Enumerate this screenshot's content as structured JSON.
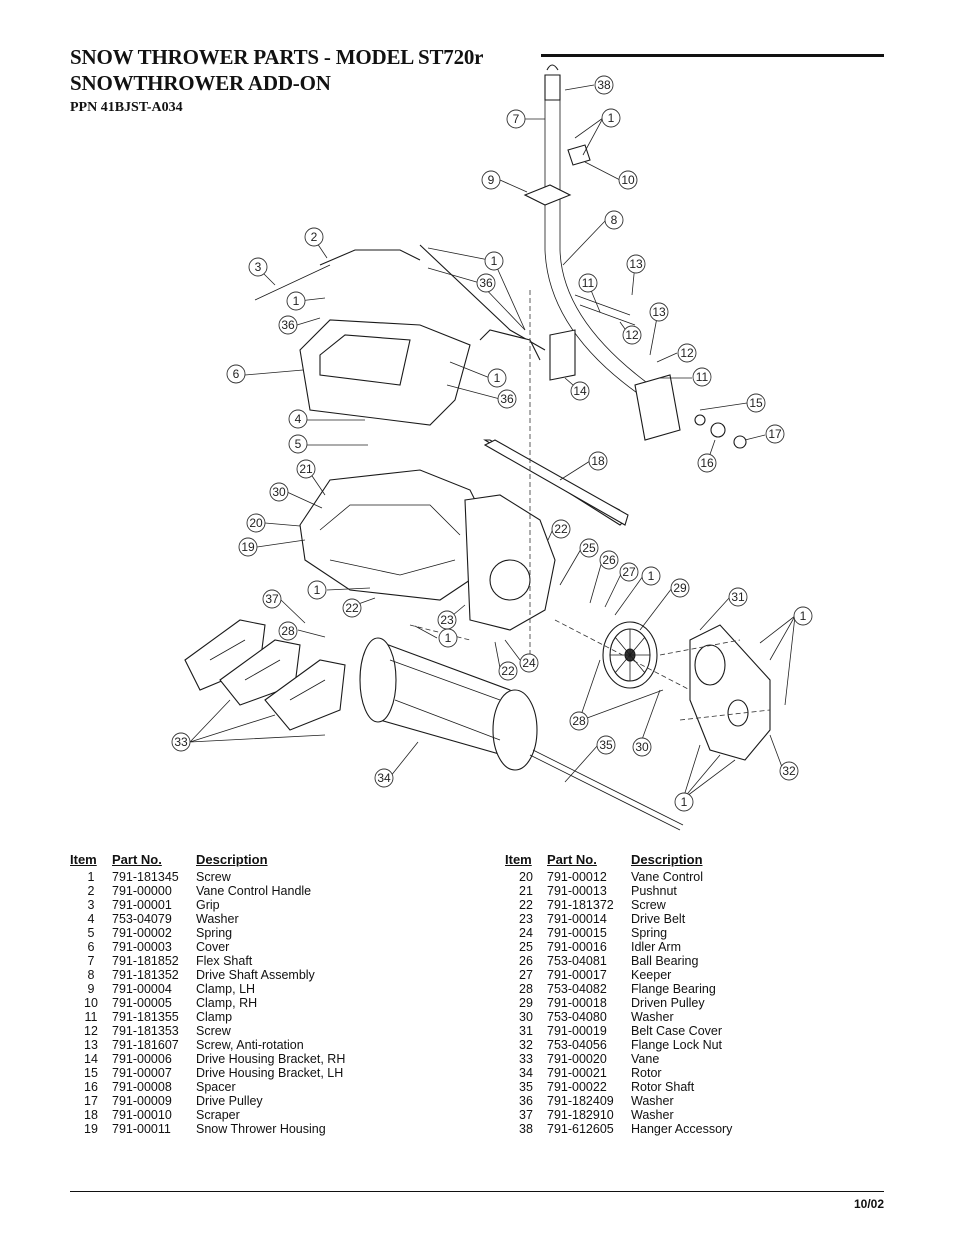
{
  "header": {
    "title_line1": "SNOW THROWER PARTS - MODEL ST720r",
    "title_line2": "SNOWTHROWER ADD-ON",
    "ppn": "PPN 41BJST-A034"
  },
  "diagram": {
    "callouts": [
      {
        "label": "38"
      },
      {
        "label": "7"
      },
      {
        "label": "1"
      },
      {
        "label": "10"
      },
      {
        "label": "9"
      },
      {
        "label": "8"
      },
      {
        "label": "2"
      },
      {
        "label": "1"
      },
      {
        "label": "3"
      },
      {
        "label": "36"
      },
      {
        "label": "13"
      },
      {
        "label": "11"
      },
      {
        "label": "1"
      },
      {
        "label": "36"
      },
      {
        "label": "13"
      },
      {
        "label": "12"
      },
      {
        "label": "12"
      },
      {
        "label": "6"
      },
      {
        "label": "1"
      },
      {
        "label": "11"
      },
      {
        "label": "14"
      },
      {
        "label": "36"
      },
      {
        "label": "15"
      },
      {
        "label": "4"
      },
      {
        "label": "17"
      },
      {
        "label": "5"
      },
      {
        "label": "16"
      },
      {
        "label": "18"
      },
      {
        "label": "21"
      },
      {
        "label": "30"
      },
      {
        "label": "20"
      },
      {
        "label": "22"
      },
      {
        "label": "19"
      },
      {
        "label": "25"
      },
      {
        "label": "26"
      },
      {
        "label": "27"
      },
      {
        "label": "1"
      },
      {
        "label": "1"
      },
      {
        "label": "29"
      },
      {
        "label": "31"
      },
      {
        "label": "37"
      },
      {
        "label": "22"
      },
      {
        "label": "1"
      },
      {
        "label": "28"
      },
      {
        "label": "23"
      },
      {
        "label": "1"
      },
      {
        "label": "22"
      },
      {
        "label": "24"
      },
      {
        "label": "28"
      },
      {
        "label": "33"
      },
      {
        "label": "35"
      },
      {
        "label": "30"
      },
      {
        "label": "32"
      },
      {
        "label": "34"
      },
      {
        "label": "1"
      }
    ]
  },
  "parts_table": {
    "headers": {
      "item": "Item",
      "part_no": "Part No.",
      "description": "Description"
    },
    "left": [
      {
        "item": "1",
        "part_no": "791-181345",
        "description": "Screw"
      },
      {
        "item": "2",
        "part_no": "791-00000",
        "description": "Vane Control Handle"
      },
      {
        "item": "3",
        "part_no": "791-00001",
        "description": "Grip"
      },
      {
        "item": "4",
        "part_no": "753-04079",
        "description": "Washer"
      },
      {
        "item": "5",
        "part_no": "791-00002",
        "description": "Spring"
      },
      {
        "item": "6",
        "part_no": "791-00003",
        "description": "Cover"
      },
      {
        "item": "7",
        "part_no": "791-181852",
        "description": "Flex Shaft"
      },
      {
        "item": "8",
        "part_no": "791-181352",
        "description": "Drive Shaft Assembly"
      },
      {
        "item": "9",
        "part_no": "791-00004",
        "description": "Clamp, LH"
      },
      {
        "item": "10",
        "part_no": "791-00005",
        "description": "Clamp, RH"
      },
      {
        "item": "11",
        "part_no": "791-181355",
        "description": "Clamp"
      },
      {
        "item": "12",
        "part_no": "791-181353",
        "description": "Screw"
      },
      {
        "item": "13",
        "part_no": "791-181607",
        "description": "Screw, Anti-rotation"
      },
      {
        "item": "14",
        "part_no": "791-00006",
        "description": "Drive Housing Bracket, RH"
      },
      {
        "item": "15",
        "part_no": "791-00007",
        "description": "Drive Housing Bracket, LH"
      },
      {
        "item": "16",
        "part_no": "791-00008",
        "description": "Spacer"
      },
      {
        "item": "17",
        "part_no": "791-00009",
        "description": "Drive Pulley"
      },
      {
        "item": "18",
        "part_no": "791-00010",
        "description": "Scraper"
      },
      {
        "item": "19",
        "part_no": "791-00011",
        "description": "Snow Thrower Housing"
      }
    ],
    "right": [
      {
        "item": "20",
        "part_no": "791-00012",
        "description": "Vane Control"
      },
      {
        "item": "21",
        "part_no": "791-00013",
        "description": "Pushnut"
      },
      {
        "item": "22",
        "part_no": "791-181372",
        "description": "Screw"
      },
      {
        "item": "23",
        "part_no": "791-00014",
        "description": "Drive Belt"
      },
      {
        "item": "24",
        "part_no": "791-00015",
        "description": "Spring"
      },
      {
        "item": "25",
        "part_no": "791-00016",
        "description": "Idler Arm"
      },
      {
        "item": "26",
        "part_no": "753-04081",
        "description": "Ball Bearing"
      },
      {
        "item": "27",
        "part_no": "791-00017",
        "description": "Keeper"
      },
      {
        "item": "28",
        "part_no": "753-04082",
        "description": "Flange Bearing"
      },
      {
        "item": "29",
        "part_no": "791-00018",
        "description": "Driven Pulley"
      },
      {
        "item": "30",
        "part_no": "753-04080",
        "description": "Washer"
      },
      {
        "item": "31",
        "part_no": "791-00019",
        "description": "Belt Case Cover"
      },
      {
        "item": "32",
        "part_no": "753-04056",
        "description": "Flange Lock Nut"
      },
      {
        "item": "33",
        "part_no": "791-00020",
        "description": "Vane"
      },
      {
        "item": "34",
        "part_no": "791-00021",
        "description": "Rotor"
      },
      {
        "item": "35",
        "part_no": "791-00022",
        "description": "Rotor Shaft"
      },
      {
        "item": "36",
        "part_no": "791-182409",
        "description": "Washer"
      },
      {
        "item": "37",
        "part_no": "791-182910",
        "description": "Washer"
      },
      {
        "item": "38",
        "part_no": "791-612605",
        "description": "Hanger Accessory"
      }
    ]
  },
  "footer": {
    "date": "10/02"
  }
}
